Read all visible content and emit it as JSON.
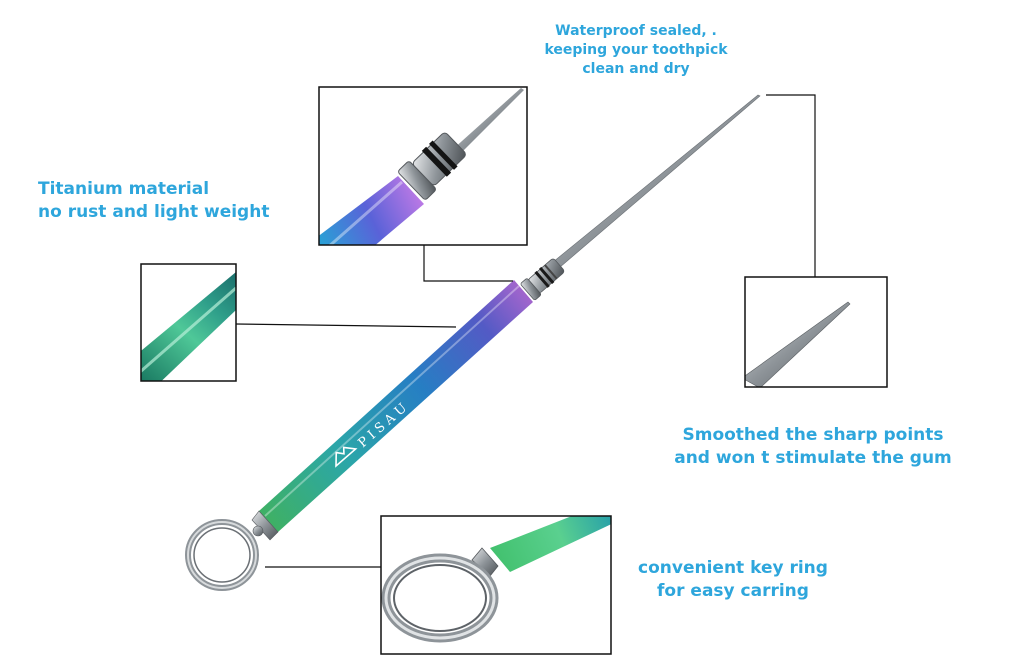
{
  "captions": {
    "waterproof": [
      "Waterproof sealed, .",
      "keeping your toothpick",
      "clean and dry"
    ],
    "titanium": [
      "Titanium material",
      "no rust and light weight"
    ],
    "smooth": [
      "Smoothed the sharp points",
      "and won t stimulate the gum"
    ],
    "keyring": [
      "convenient key ring",
      "for easy carring"
    ]
  },
  "brand": "PISAU",
  "colors": {
    "caption": "#2ea6dc",
    "frame": "#111111",
    "body_gradient": [
      "#3ec27a",
      "#2ab0c8",
      "#3a6fd8",
      "#6a58d0",
      "#b070e0"
    ],
    "steel": "#8e9499"
  },
  "callouts": [
    {
      "name": "tip-callout",
      "image": "needle-tip-closeup"
    },
    {
      "name": "seal-callout",
      "image": "threaded-seal-closeup"
    },
    {
      "name": "body-callout",
      "image": "titanium-body-closeup"
    },
    {
      "name": "ring-callout",
      "image": "key-ring-closeup"
    }
  ]
}
